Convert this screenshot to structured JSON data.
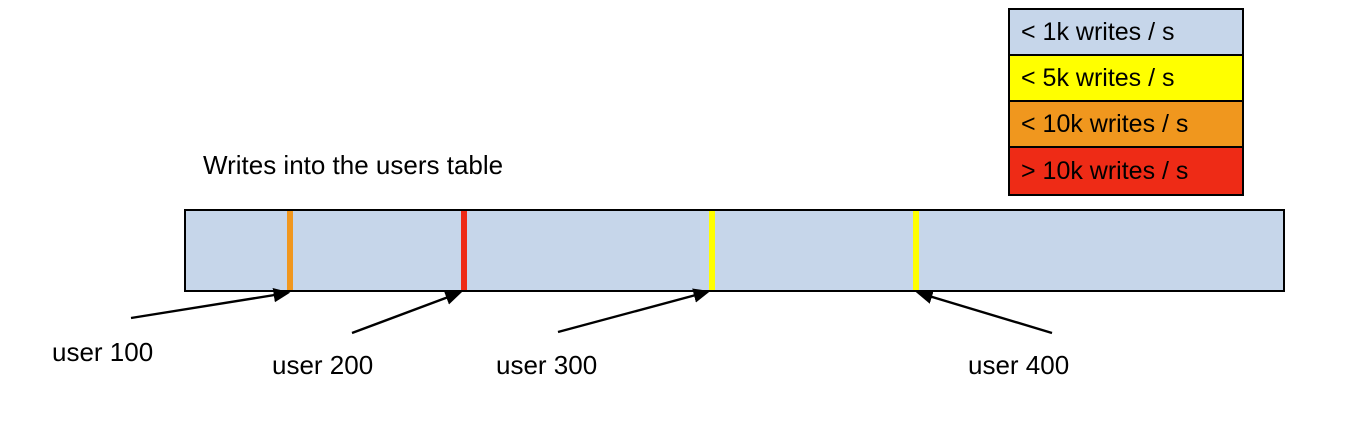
{
  "chart_data": {
    "type": "bar",
    "title": "Writes into the users table",
    "xlabel": "",
    "ylabel": "",
    "orientation": "horizontal-band",
    "description": "A single horizontal band representing the users table keyspace, shaded by write rate, with vertical stripes marking hot user rows.",
    "band": {
      "base_color": "#c6d6ea",
      "base_legend": "< 1k writes / s",
      "border_color": "#000000"
    },
    "categories": [
      "user 100",
      "user 200",
      "user 300",
      "user 400"
    ],
    "values": [
      "< 10k writes / s",
      "> 10k writes / s",
      "< 5k writes / s",
      "< 5k writes / s"
    ],
    "markers": [
      {
        "label": "user 100",
        "color": "#f0971e",
        "legend": "< 10k writes / s",
        "position_pct": 9.6
      },
      {
        "label": "user 200",
        "color": "#ee2b16",
        "legend": "> 10k writes / s",
        "position_pct": 25.4
      },
      {
        "label": "user 300",
        "color": "#ffff00",
        "legend": "< 5k writes / s",
        "position_pct": 47.9
      },
      {
        "label": "user 400",
        "color": "#ffff00",
        "legend": "< 5k writes / s",
        "position_pct": 66.4
      }
    ],
    "legend": {
      "position": "top-right",
      "entries": [
        {
          "label": "< 1k writes / s",
          "color": "#c6d6ea"
        },
        {
          "label": "< 5k writes / s",
          "color": "#ffff00"
        },
        {
          "label": "< 10k writes / s",
          "color": "#f0971e"
        },
        {
          "label": "> 10k writes / s",
          "color": "#ee2b16"
        }
      ]
    },
    "grid": false
  },
  "legend": {
    "entries": [
      {
        "label": "< 1k writes / s",
        "color": "#c6d6ea"
      },
      {
        "label": "< 5k writes / s",
        "color": "#ffff00"
      },
      {
        "label": "< 10k writes / s",
        "color": "#f0971e"
      },
      {
        "label": "> 10k writes / s",
        "color": "#ee2b16"
      }
    ]
  },
  "title": "Writes into the users table",
  "annotations": [
    {
      "label": "user 100"
    },
    {
      "label": "user 200"
    },
    {
      "label": "user 300"
    },
    {
      "label": "user 400"
    }
  ]
}
